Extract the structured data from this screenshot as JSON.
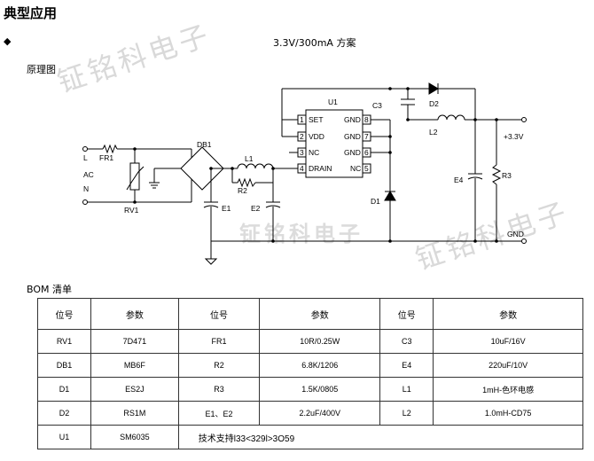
{
  "page_title": "典型应用",
  "bullet": "◆",
  "scheme_title": "3.3V/300mA 方案",
  "diagram_label": "原理图",
  "watermark": "钲铭科电子",
  "schematic": {
    "ic_name": "U1",
    "ic_pins_left": [
      "1",
      "2",
      "3",
      "4"
    ],
    "ic_pins_left_names": [
      "SET",
      "VDD",
      "NC",
      "DRAIN"
    ],
    "ic_pins_right": [
      "8",
      "7",
      "6",
      "5"
    ],
    "ic_pins_right_names": [
      "GND",
      "GND",
      "GND",
      "NC"
    ],
    "labels": {
      "L": "L",
      "N": "N",
      "AC": "AC",
      "FR1": "FR1",
      "RV1": "RV1",
      "DB1": "DB1",
      "L1": "L1",
      "R2": "R2",
      "E1": "E1",
      "E2": "E2",
      "C3": "C3",
      "D1": "D1",
      "D2": "D2",
      "L2": "L2",
      "E4": "E4",
      "R3": "R3",
      "vout": "+3.3V",
      "gnd": "GND"
    }
  },
  "bom": {
    "label": "BOM 清单",
    "headers": [
      "位号",
      "参数",
      "位号",
      "参数",
      "位号",
      "参数"
    ],
    "rows": [
      [
        "RV1",
        "7D471",
        "FR1",
        "10R/0.25W",
        "C3",
        "10uF/16V"
      ],
      [
        "DB1",
        "MB6F",
        "R2",
        "6.8K/1206",
        "E4",
        "220uF/10V"
      ],
      [
        "D1",
        "ES2J",
        "R3",
        "1.5K/0805",
        "L1",
        "1mH-色环电感"
      ],
      [
        "D2",
        "RS1M",
        "E1、E2",
        "2.2uF/400V",
        "L2",
        "1.0mH-CD75"
      ]
    ],
    "last_row": {
      "ref": "U1",
      "value": "SM6035",
      "support": "技术支持l33<329l>3O59"
    }
  }
}
